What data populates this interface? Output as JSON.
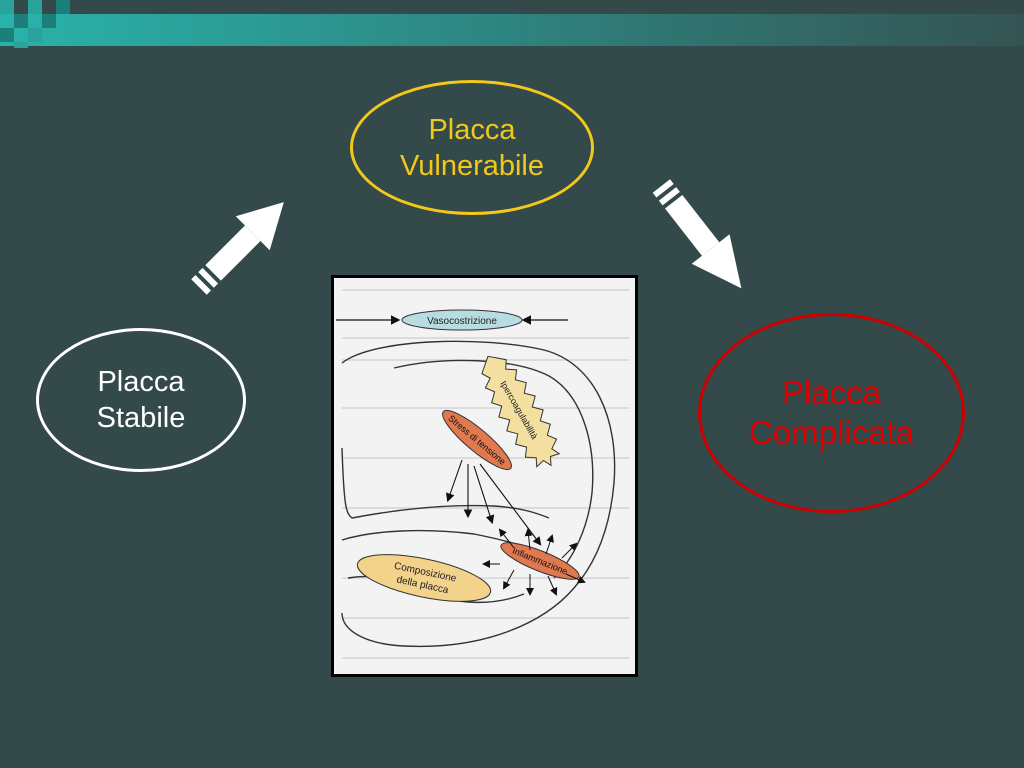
{
  "colors": {
    "background": "#33494a",
    "band": "#27a7a0",
    "vulnerable": "#f2c81b",
    "stable": "#ffffff",
    "complicated": "#d10000",
    "arrow": "#ffffff"
  },
  "nodes": {
    "stable": "Placca\nStabile",
    "vulnerable": "Placca\nVulnerabile",
    "complicated": "Placca\nComplicata"
  },
  "figure": {
    "vasocostrizione": "Vasocostrizione",
    "ipercoagulabilita": "Ipercoagulabilità",
    "stress": "Stress di tensione",
    "infiammazione": "Infiammazione",
    "composizione_line1": "Composizione",
    "composizione_line2": "della placca"
  }
}
